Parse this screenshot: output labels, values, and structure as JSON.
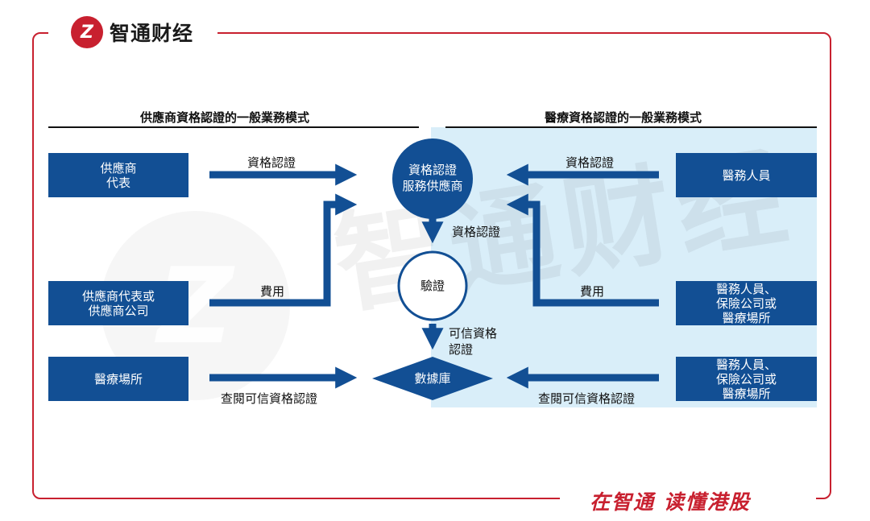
{
  "brand": {
    "logo_glyph": "Z",
    "name": "智通财经",
    "slogan": "在智通 读懂港股",
    "watermark": "智通财经",
    "color": "#c8202f"
  },
  "colors": {
    "box": "#124f94",
    "arrow": "#124f94",
    "panel": "#d9eef9"
  },
  "left_section": {
    "title": "供應商資格認證的一般業務模式"
  },
  "right_section": {
    "title": "醫療資格認證的一般業務模式"
  },
  "left_boxes": [
    {
      "label": "供應商\n代表"
    },
    {
      "label": "供應商代表或\n供應商公司"
    },
    {
      "label": "醫療場所"
    }
  ],
  "right_boxes": [
    {
      "label": "醫務人員"
    },
    {
      "label": "醫務人員、\n保險公司或\n醫療場所"
    },
    {
      "label": "醫務人員、\n保險公司或\n醫療場所"
    }
  ],
  "center": {
    "provider": "資格認證\n服務供應商",
    "verify": "驗證",
    "database": "數據庫"
  },
  "arrow_labels": {
    "left_top": "資格認證",
    "left_mid": "費用",
    "left_bottom": "查閱可信資格認證",
    "right_top": "資格認證",
    "right_mid": "費用",
    "right_bottom": "查閱可信資格認證",
    "down_1": "資格認證",
    "down_2": "可信資格\n認證"
  }
}
